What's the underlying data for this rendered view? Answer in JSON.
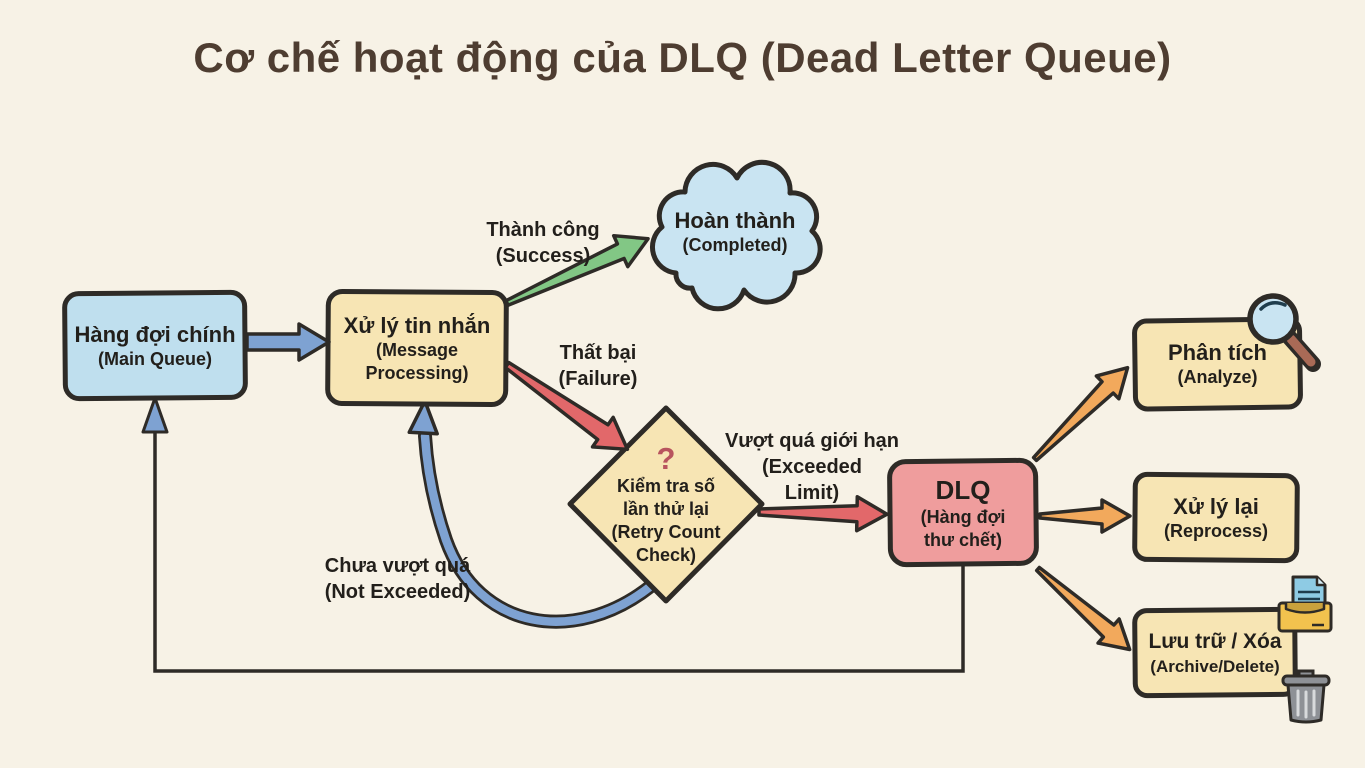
{
  "title": "Cơ chế hoạt động của DLQ (Dead Letter Queue)",
  "palette": {
    "background": "#f7f2e6",
    "outline": "#2e2b27",
    "title_text": "#4e3d31",
    "node_text": "#221f1b",
    "blue_node_fill": "#bfdfee",
    "yellow_node_fill": "#f7e5b4",
    "pink_node_fill": "#ef9d9d",
    "cloud_fill": "#c9e4f2",
    "arrow_blue": "#7ea2d2",
    "arrow_green": "#82c785",
    "arrow_red": "#e2686a",
    "arrow_orange": "#f2a95c",
    "question_mark_color": "#b8545e"
  },
  "nodes": {
    "main_queue": {
      "lines": [
        "Hàng đợi chính",
        "(Main Queue)"
      ]
    },
    "message_processing": {
      "lines": [
        "Xử lý tin nhắn",
        "(Message",
        "Processing)"
      ]
    },
    "completed": {
      "lines": [
        "Hoàn thành",
        "(Completed)"
      ]
    },
    "retry_check": {
      "question_mark": "?",
      "lines": [
        "Kiểm tra số",
        "lần thử lại",
        "(Retry Count",
        "Check)"
      ]
    },
    "dlq": {
      "lines": [
        "DLQ",
        "(Hàng đợi",
        "thư chết)"
      ]
    },
    "analyze": {
      "lines": [
        "Phân tích",
        "(Analyze)"
      ]
    },
    "reprocess": {
      "lines": [
        "Xử lý lại",
        "(Reprocess)"
      ]
    },
    "archive_delete": {
      "lines": [
        "Lưu trữ / Xóa",
        "(Archive/Delete)"
      ]
    }
  },
  "edge_labels": {
    "success": {
      "lines": [
        "Thành công",
        "(Success)"
      ]
    },
    "failure": {
      "lines": [
        "Thất bại",
        "(Failure)"
      ]
    },
    "exceeded_limit": {
      "lines": [
        "Vượt quá giới hạn",
        "(Exceeded",
        "Limit)"
      ]
    },
    "not_exceeded": {
      "lines": [
        "Chưa vượt quá",
        "(Not Exceeded)"
      ]
    }
  },
  "icons": {
    "analyze": "magnifier-icon",
    "archive": "archive-inbox-icon",
    "delete": "trash-icon",
    "retry_check": "question-mark"
  }
}
